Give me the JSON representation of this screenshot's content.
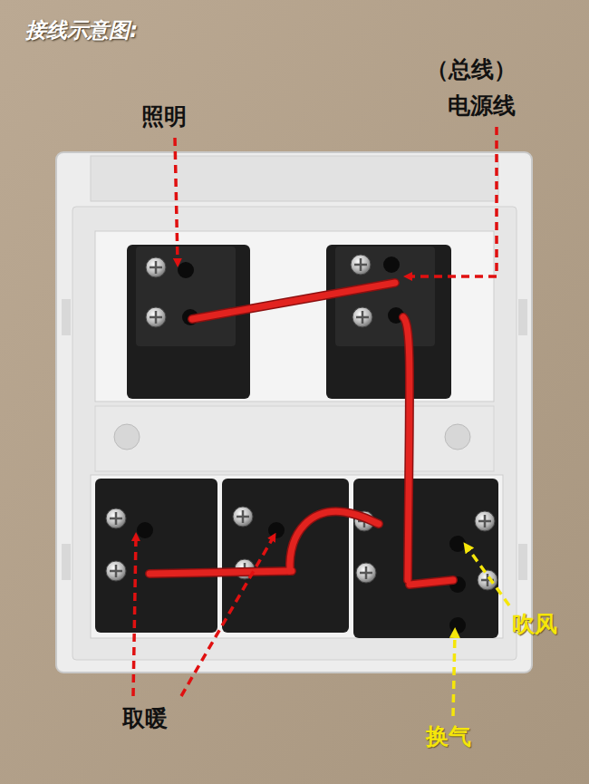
{
  "diagram": {
    "title": "接线示意图:",
    "labels": [
      "照明",
      "（总线）",
      "电源线",
      "取暖",
      "吹风",
      "换气"
    ]
  }
}
